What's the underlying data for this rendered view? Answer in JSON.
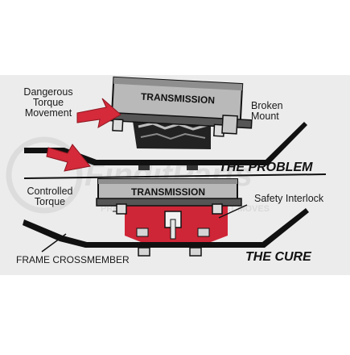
{
  "labels": {
    "dangerous_line1": "Dangerous",
    "dangerous_line2": "Torque",
    "dangerous_line3": "Movement",
    "broken_line1": "Broken",
    "broken_line2": "Mount",
    "controlled_line1": "Controlled",
    "controlled_line2": "Torque",
    "safety_interlock": "Safety Interlock",
    "frame_crossmember": "FRAME CROSSMEMBER"
  },
  "transmission_top": "TRANSMISSION",
  "transmission_bottom": "TRANSMISSION",
  "headings": {
    "problem": "THE PROBLEM",
    "cure": "THE CURE"
  },
  "watermark": {
    "brand": "FinditParts",
    "tagline": "PREVENTING DOWNTIME THAT MOVES"
  },
  "colors": {
    "panel": "#ececec",
    "frame": "#111111",
    "transmission": "#b9b9b9",
    "accent_red": "#d42a3a"
  }
}
